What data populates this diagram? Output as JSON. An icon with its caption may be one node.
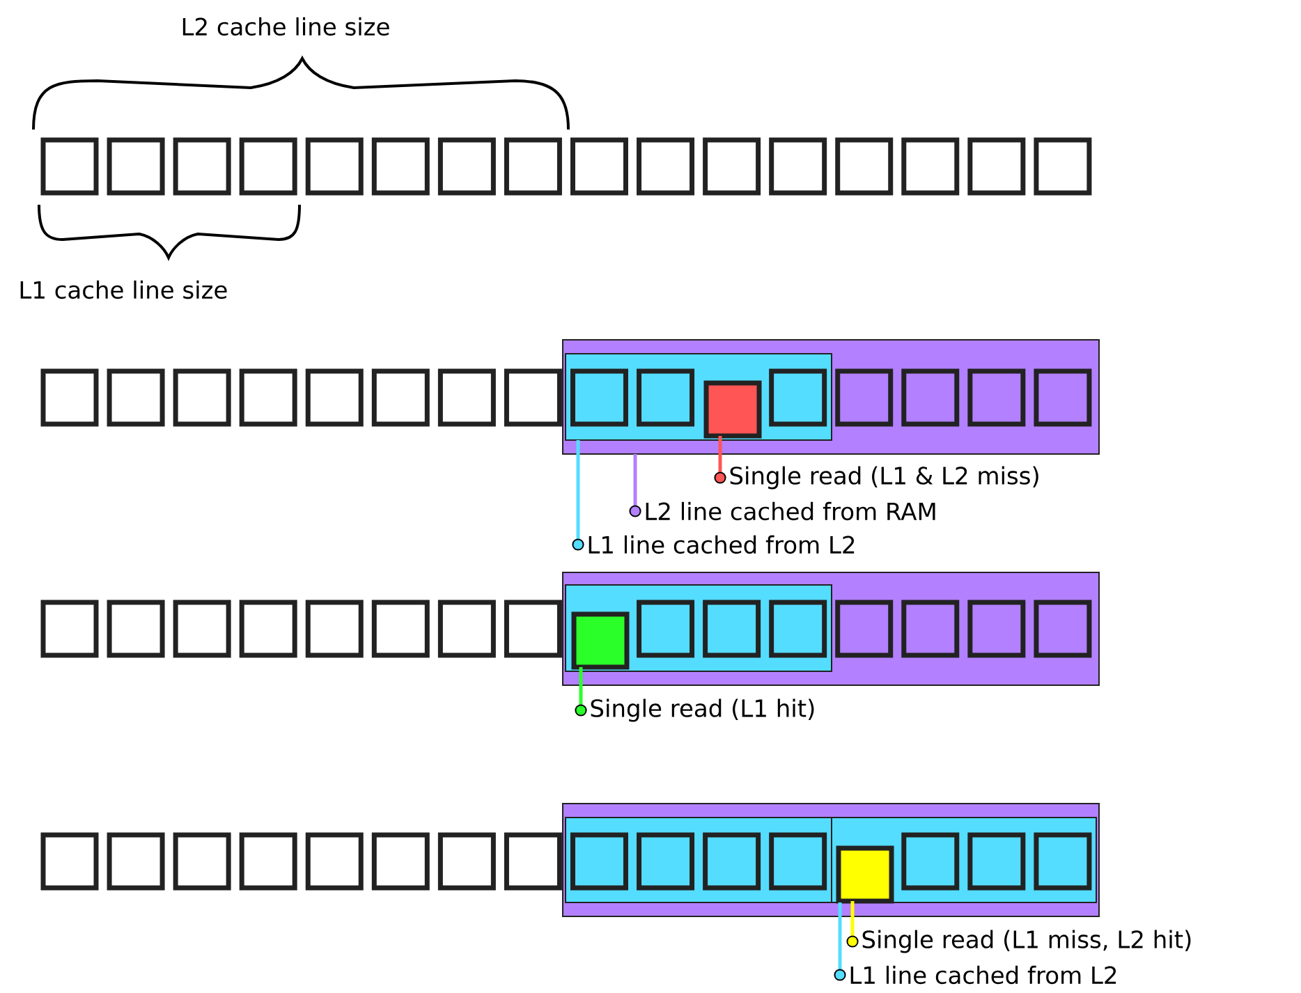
{
  "diagram": {
    "nodes": [
      {
        "text": [],
        "shape": "box"
      },
      {
        "text": [],
        "shape": "box",
        "in": 0
      },
      {
        "text": [],
        "shape": "box",
        "in": 1
      },
      {
        "text": [
          "Single read (L1 & L2 miss)"
        ]
      },
      {
        "text": [
          "L2 line cached from RAM"
        ]
      },
      {
        "text": [
          "L1 line cached from L2"
        ]
      },
      {
        "text": [],
        "shape": "box"
      },
      {
        "text": [],
        "shape": "box",
        "in": 6
      },
      {
        "text": [],
        "shape": "box",
        "in": 7
      },
      {
        "text": [
          "Single read (L1 hit)"
        ]
      },
      {
        "text": [],
        "shape": "box"
      },
      {
        "text": [],
        "shape": "box",
        "in": 10
      },
      {
        "text": [],
        "shape": "box",
        "in": 10
      },
      {
        "text": [],
        "shape": "box",
        "in": 12
      },
      {
        "text": [
          "Single read (L1 miss, L2 hit)"
        ]
      },
      {
        "text": [
          "L1 line cached from L2"
        ]
      }
    ],
    "edges": [
      {
        "from": 3,
        "to": 2,
        "arrow": "other",
        "color": "#ff5555"
      },
      {
        "from": 4,
        "to": 0,
        "arrow": "other",
        "color": "#b380ff"
      },
      {
        "from": 5,
        "to": 1,
        "arrow": "other",
        "color": "#55ddff"
      },
      {
        "from": 9,
        "to": 8,
        "arrow": "other",
        "color": "#2aff2a"
      },
      {
        "from": 14,
        "to": 13,
        "arrow": "other",
        "color": "#ffff00"
      },
      {
        "from": 15,
        "to": 12,
        "arrow": "other",
        "color": "#55ddff"
      }
    ],
    "labels": [
      "L2 cache line size",
      "L1 cache line size"
    ]
  }
}
